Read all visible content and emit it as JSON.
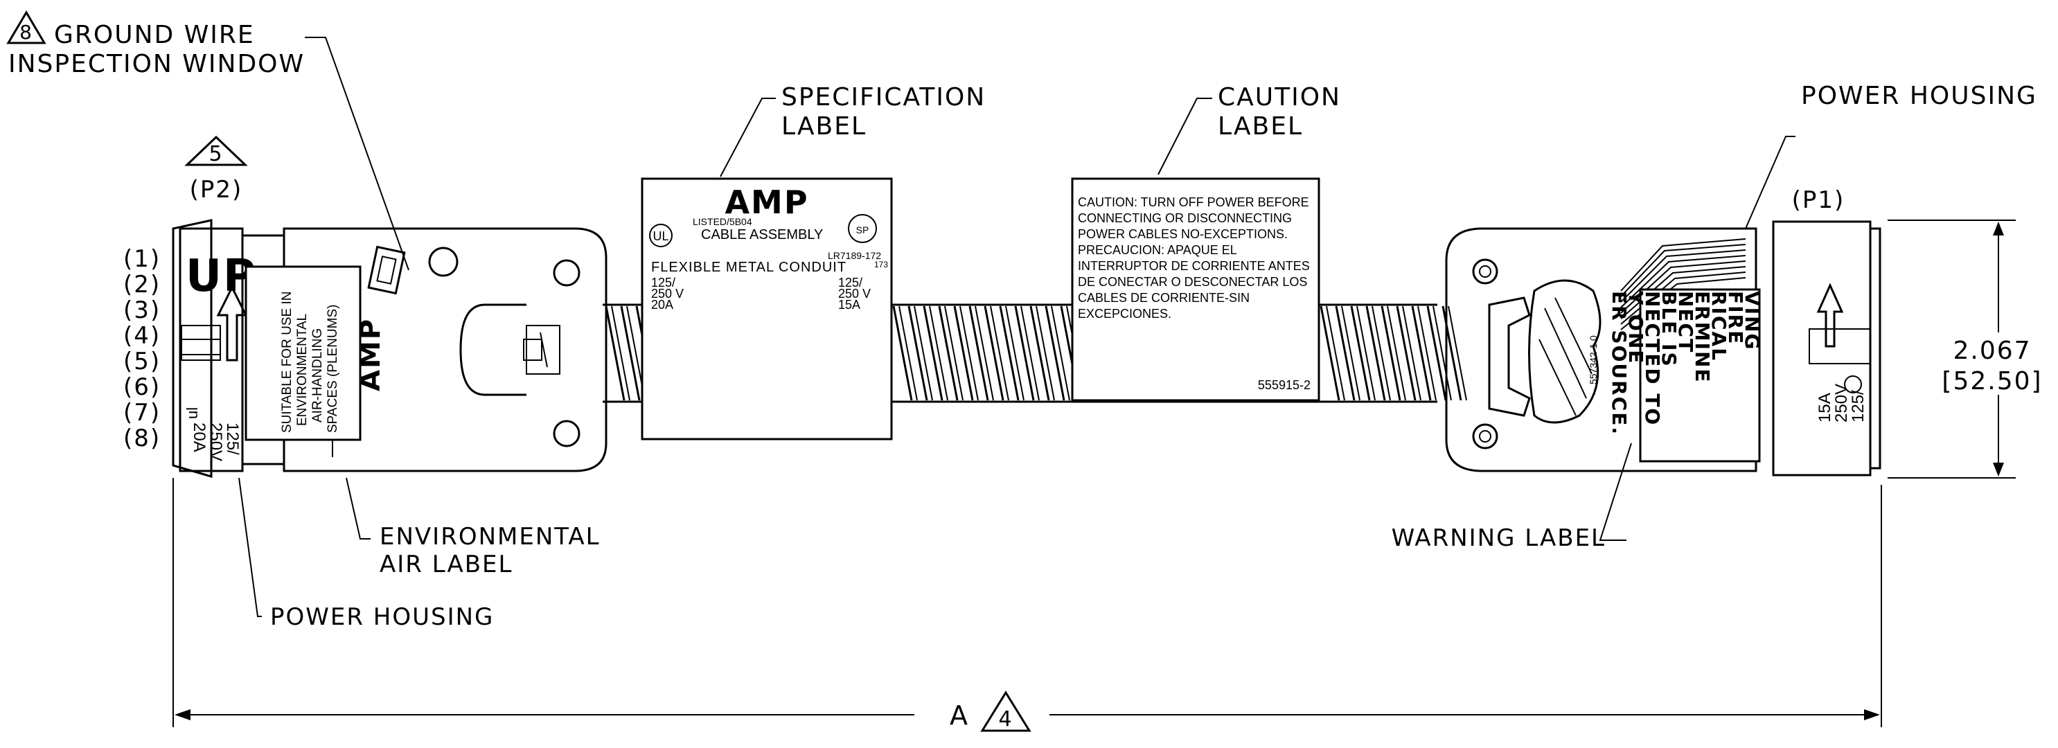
{
  "callouts": {
    "ground_wire_line1": "GROUND WIRE",
    "ground_wire_line2": "INSPECTION WINDOW",
    "ground_wire_tag": "8",
    "spec_label_line1": "SPECIFICATION",
    "spec_label_line2": "LABEL",
    "caution_label_line1": "CAUTION",
    "caution_label_line2": "LABEL",
    "power_housing_right": "POWER HOUSING",
    "power_housing_left": "POWER HOUSING",
    "env_air_line1": "ENVIRONMENTAL",
    "env_air_line2": "AIR LABEL",
    "warning_label": "WARNING LABEL"
  },
  "left_connector": {
    "tag": "5",
    "id": "(P2)",
    "pins": [
      "(1)",
      "(2)",
      "(3)",
      "(4)",
      "(5)",
      "(6)",
      "(7)",
      "(8)"
    ],
    "up_text": "UP",
    "plenum_lines": [
      "SUITABLE FOR USE IN",
      "ENVIRONMENTAL",
      "AIR-HANDLING",
      "SPACES (PLENUMS)"
    ],
    "rating_lines": [
      "125/",
      "250V",
      "20A"
    ],
    "brand": "AMP",
    "mark": "ul"
  },
  "right_connector": {
    "id": "(P1)",
    "rating_lines": [
      "125/",
      "250V",
      "15A"
    ],
    "warning_lines": [
      "VING",
      "FIRE",
      "RICAL",
      "ERMINE",
      "NECT",
      "BLE IS",
      "NECTED TO",
      "Y ONE",
      "ER SOURCE."
    ],
    "warning_code": "557342-1 0"
  },
  "spec_label": {
    "brand": "AMP",
    "listed": "LISTED/5B04",
    "assembly": "CABLE ASSEMBLY",
    "lr": "LR7189-172",
    "lr2": "173",
    "conduit": "FLEXIBLE METAL CONDUIT",
    "left_rating": [
      "125/",
      "250 V",
      "20A"
    ],
    "right_rating": [
      "125/",
      "250 V",
      "15A"
    ],
    "ul": "UL",
    "csa": "SP"
  },
  "caution_label": {
    "lines": [
      "CAUTION: TURN OFF POWER BEFORE",
      "CONNECTING OR DISCONNECTING",
      "POWER CABLES NO-EXCEPTIONS.",
      "PRECAUCION: APAQUE EL",
      "INTERRUPTOR DE CORRIENTE ANTES",
      "DE CONECTAR O DESCONECTAR LOS",
      "CABLES DE CORRIENTE-SIN",
      "EXCEPCIONES."
    ],
    "part_number": "555915-2"
  },
  "dimensions": {
    "height_in": "2.067",
    "height_mm": "[52.50]",
    "length_label": "A",
    "length_tag": "4"
  }
}
